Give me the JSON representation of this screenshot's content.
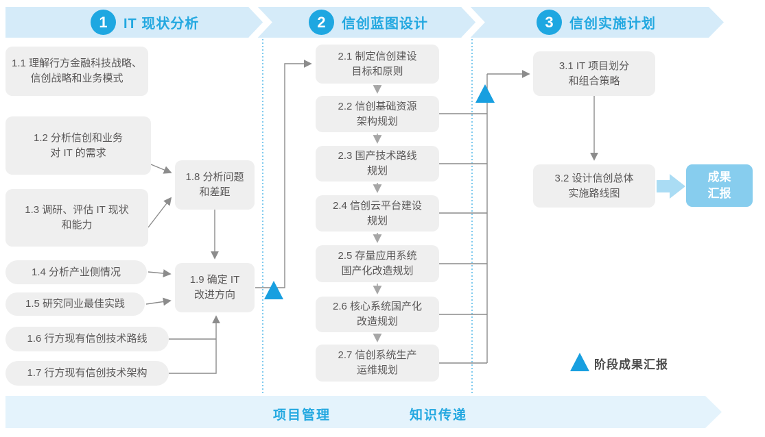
{
  "colors": {
    "banner_top_fill": "#d5ebf9",
    "banner_bottom_fill": "#e4f3fc",
    "accent_blue": "#1ea7e1",
    "box_gray": "#efefef",
    "box_text_gray": "#5a5858",
    "connector_gray": "#8c8c8c",
    "result_box_blue": "#87cdee",
    "milestone_triangle_blue": "#189fe0",
    "dotted_separator_blue": "#53b9e9"
  },
  "phases": [
    {
      "number": "1",
      "label": "IT 现状分析"
    },
    {
      "number": "2",
      "label": "信创蓝图设计"
    },
    {
      "number": "3",
      "label": "信创实施计划"
    }
  ],
  "steps": {
    "s11": "1.1 理解行方金融科技战略、\n信创战略和业务模式",
    "s12": "1.2 分析信创和业务\n对 IT 的需求",
    "s13": "1.3 调研、评估 IT 现状\n和能力",
    "s14": "1.4 分析产业侧情况",
    "s15": "1.5 研究同业最佳实践",
    "s16": "1.6 行方现有信创技术路线",
    "s17": "1.7 行方现有信创技术架构",
    "s18": "1.8 分析问题\n和差距",
    "s19": "1.9 确定 IT\n改进方向",
    "s21": "2.1 制定信创建设\n目标和原则",
    "s22": "2.2 信创基础资源\n架构规划",
    "s23": "2.3 国产技术路线\n规划",
    "s24": "2.4 信创云平台建设\n规划",
    "s25": "2.5 存量应用系统\n国产化改造规划",
    "s26": "2.6 核心系统国产化\n改造规划",
    "s27": "2.7 信创系统生产\n运维规划",
    "s31": "3.1 IT 项目划分\n和组合策略",
    "s32": "3.2 设计信创总体\n实施路线图"
  },
  "result_box": "成果\n汇报",
  "legend": {
    "label": "阶段成果汇报"
  },
  "footer": {
    "left_label": "项目管理",
    "right_label": "知识传递"
  }
}
